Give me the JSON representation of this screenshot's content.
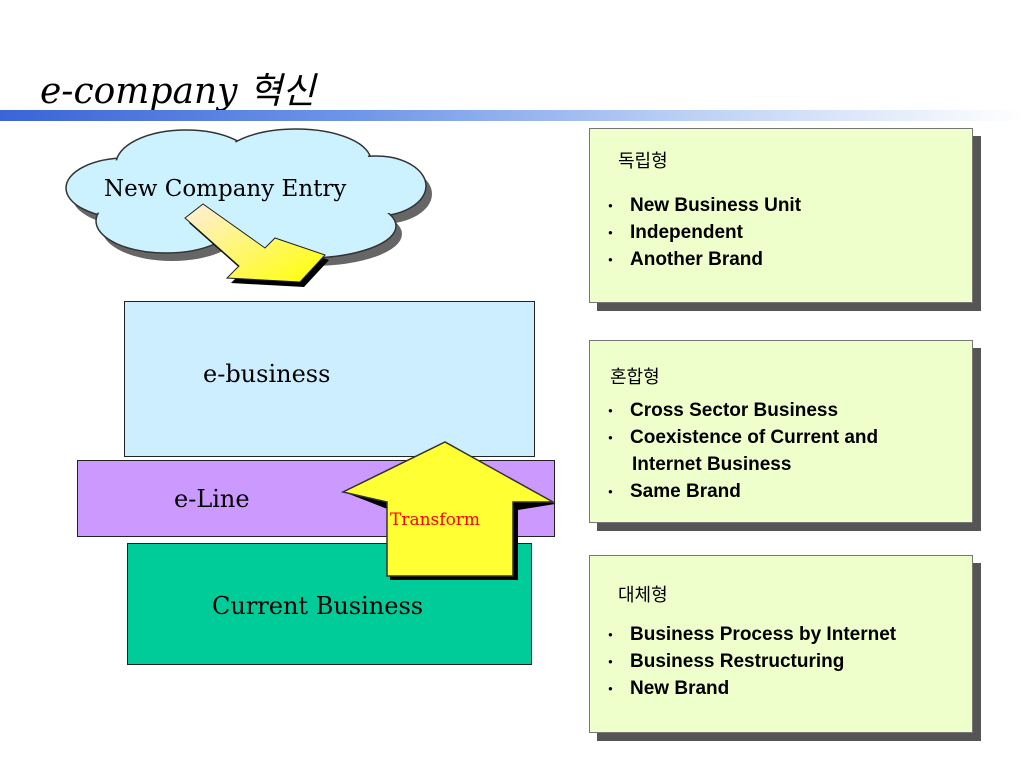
{
  "title": "e-company 혁신",
  "cloud": {
    "label": "New Company Entry"
  },
  "layers": {
    "e_business": "e-business",
    "e_line": "e-Line",
    "current_business": "Current Business"
  },
  "transform_label": "Transform",
  "panels": [
    {
      "title": "독립형",
      "items": [
        "New Business Unit",
        "Independent",
        "Another Brand"
      ]
    },
    {
      "title": "혼합형",
      "items": [
        "Cross Sector Business",
        "Coexistence of Current and",
        "Internet Business",
        "Same  Brand"
      ]
    },
    {
      "title": "대체형",
      "items": [
        "Business Process by Internet",
        "Business Restructuring",
        "New Brand"
      ]
    }
  ],
  "colors": {
    "cloud_fill": "#ccf2ff",
    "e_business_fill": "#cdeeff",
    "e_line_fill": "#cc99ff",
    "current_business_fill": "#00cc99",
    "arrow_fill": "#ffff33",
    "panel_fill": "#eeffcc",
    "transform_text": "#ff0000"
  }
}
